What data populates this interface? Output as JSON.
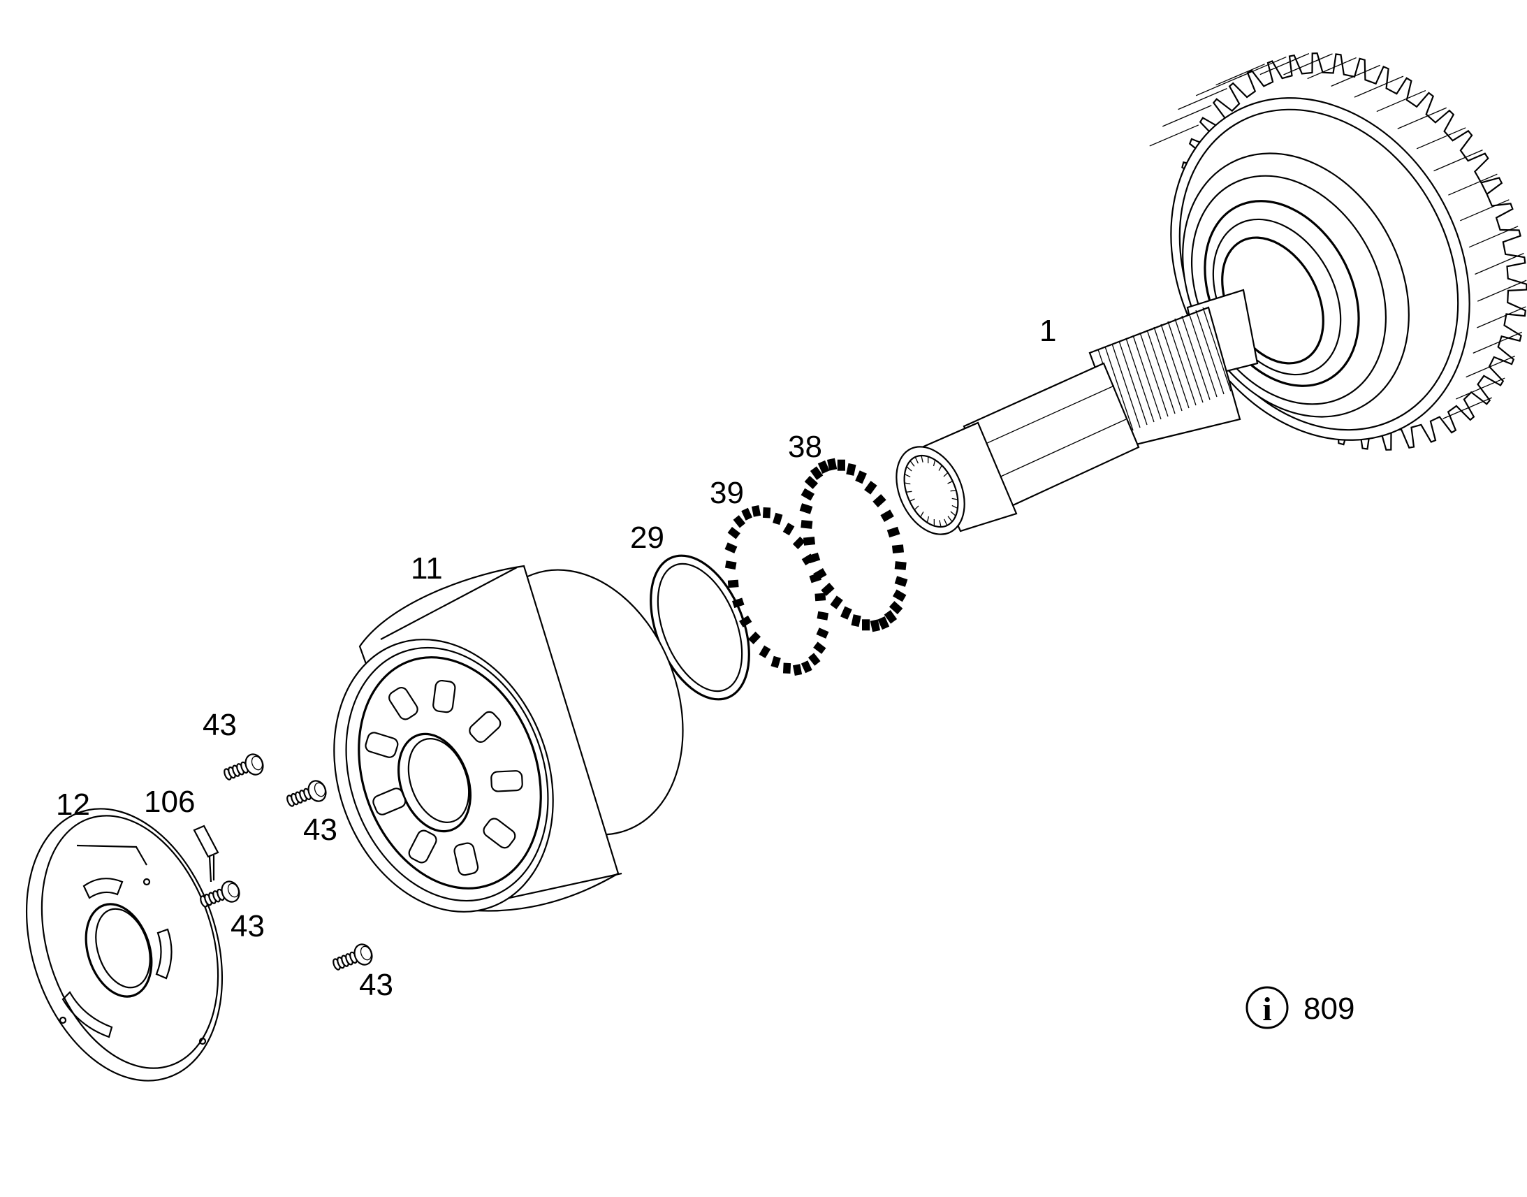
{
  "labels": {
    "shaft": "1",
    "cylinder_block": "11",
    "valve_plate": "12",
    "ring": "29",
    "spring_39": "39",
    "spring_38": "38",
    "part_106": "106",
    "screw_a": "43",
    "screw_b": "43",
    "screw_c": "43",
    "screw_d": "43"
  },
  "info": {
    "icon": "info-icon",
    "number": "809"
  }
}
